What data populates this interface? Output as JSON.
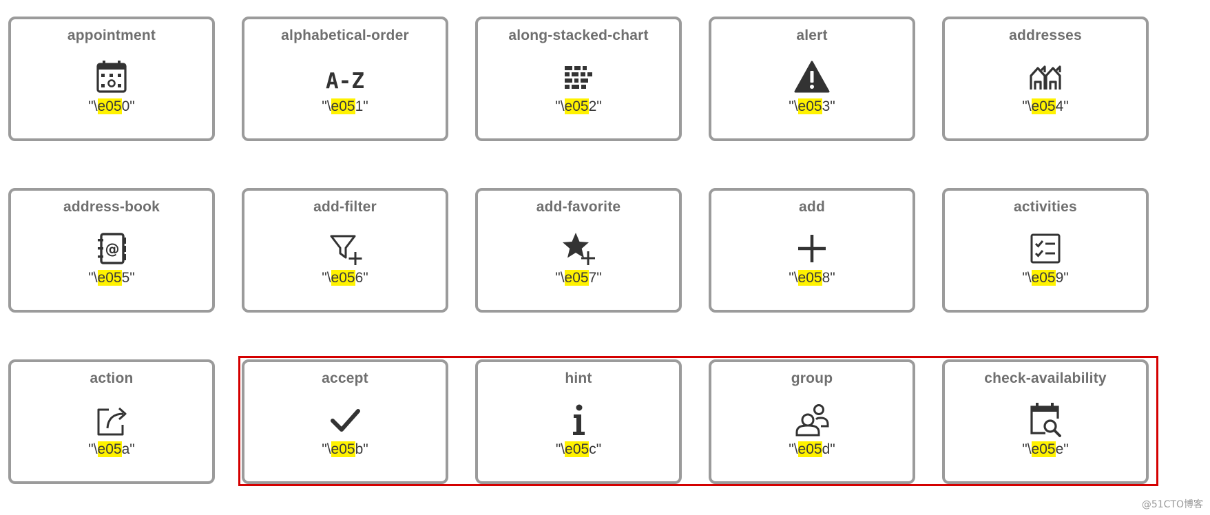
{
  "colors": {
    "highlight": "#fff200",
    "card_border": "#9b9b9b",
    "title_text": "#6f6f6f",
    "icon": "#333333",
    "selection_border": "#d40000"
  },
  "cards": [
    {
      "title": "appointment",
      "icon": "calendar-icon",
      "code_prefix": "\"\\",
      "code_highlight": "e05",
      "code_suffix": "0\""
    },
    {
      "title": "alphabetical-order",
      "icon": "sort-az-icon",
      "code_prefix": "\"\\",
      "code_highlight": "e05",
      "code_suffix": "1\""
    },
    {
      "title": "along-stacked-chart",
      "icon": "stacked-bars-icon",
      "code_prefix": "\"\\",
      "code_highlight": "e05",
      "code_suffix": "2\""
    },
    {
      "title": "alert",
      "icon": "warning-triangle-icon",
      "code_prefix": "\"\\",
      "code_highlight": "e05",
      "code_suffix": "3\""
    },
    {
      "title": "addresses",
      "icon": "houses-icon",
      "code_prefix": "\"\\",
      "code_highlight": "e05",
      "code_suffix": "4\""
    },
    {
      "title": "address-book",
      "icon": "address-book-icon",
      "code_prefix": "\"\\",
      "code_highlight": "e05",
      "code_suffix": "5\""
    },
    {
      "title": "add-filter",
      "icon": "filter-plus-icon",
      "code_prefix": "\"\\",
      "code_highlight": "e05",
      "code_suffix": "6\""
    },
    {
      "title": "add-favorite",
      "icon": "star-plus-icon",
      "code_prefix": "\"\\",
      "code_highlight": "e05",
      "code_suffix": "7\""
    },
    {
      "title": "add",
      "icon": "plus-icon",
      "code_prefix": "\"\\",
      "code_highlight": "e05",
      "code_suffix": "8\""
    },
    {
      "title": "activities",
      "icon": "checklist-icon",
      "code_prefix": "\"\\",
      "code_highlight": "e05",
      "code_suffix": "9\""
    },
    {
      "title": "action",
      "icon": "share-arrow-icon",
      "code_prefix": "\"\\",
      "code_highlight": "e05",
      "code_suffix": "a\""
    },
    {
      "title": "accept",
      "icon": "checkmark-icon",
      "code_prefix": "\"\\",
      "code_highlight": "e05",
      "code_suffix": "b\""
    },
    {
      "title": "hint",
      "icon": "info-icon",
      "code_prefix": "\"\\",
      "code_highlight": "e05",
      "code_suffix": "c\""
    },
    {
      "title": "group",
      "icon": "people-icon",
      "code_prefix": "\"\\",
      "code_highlight": "e05",
      "code_suffix": "d\""
    },
    {
      "title": "check-availability",
      "icon": "calendar-search-icon",
      "code_prefix": "\"\\",
      "code_highlight": "e05",
      "code_suffix": "e\""
    }
  ],
  "watermark": "@51CTO博客"
}
